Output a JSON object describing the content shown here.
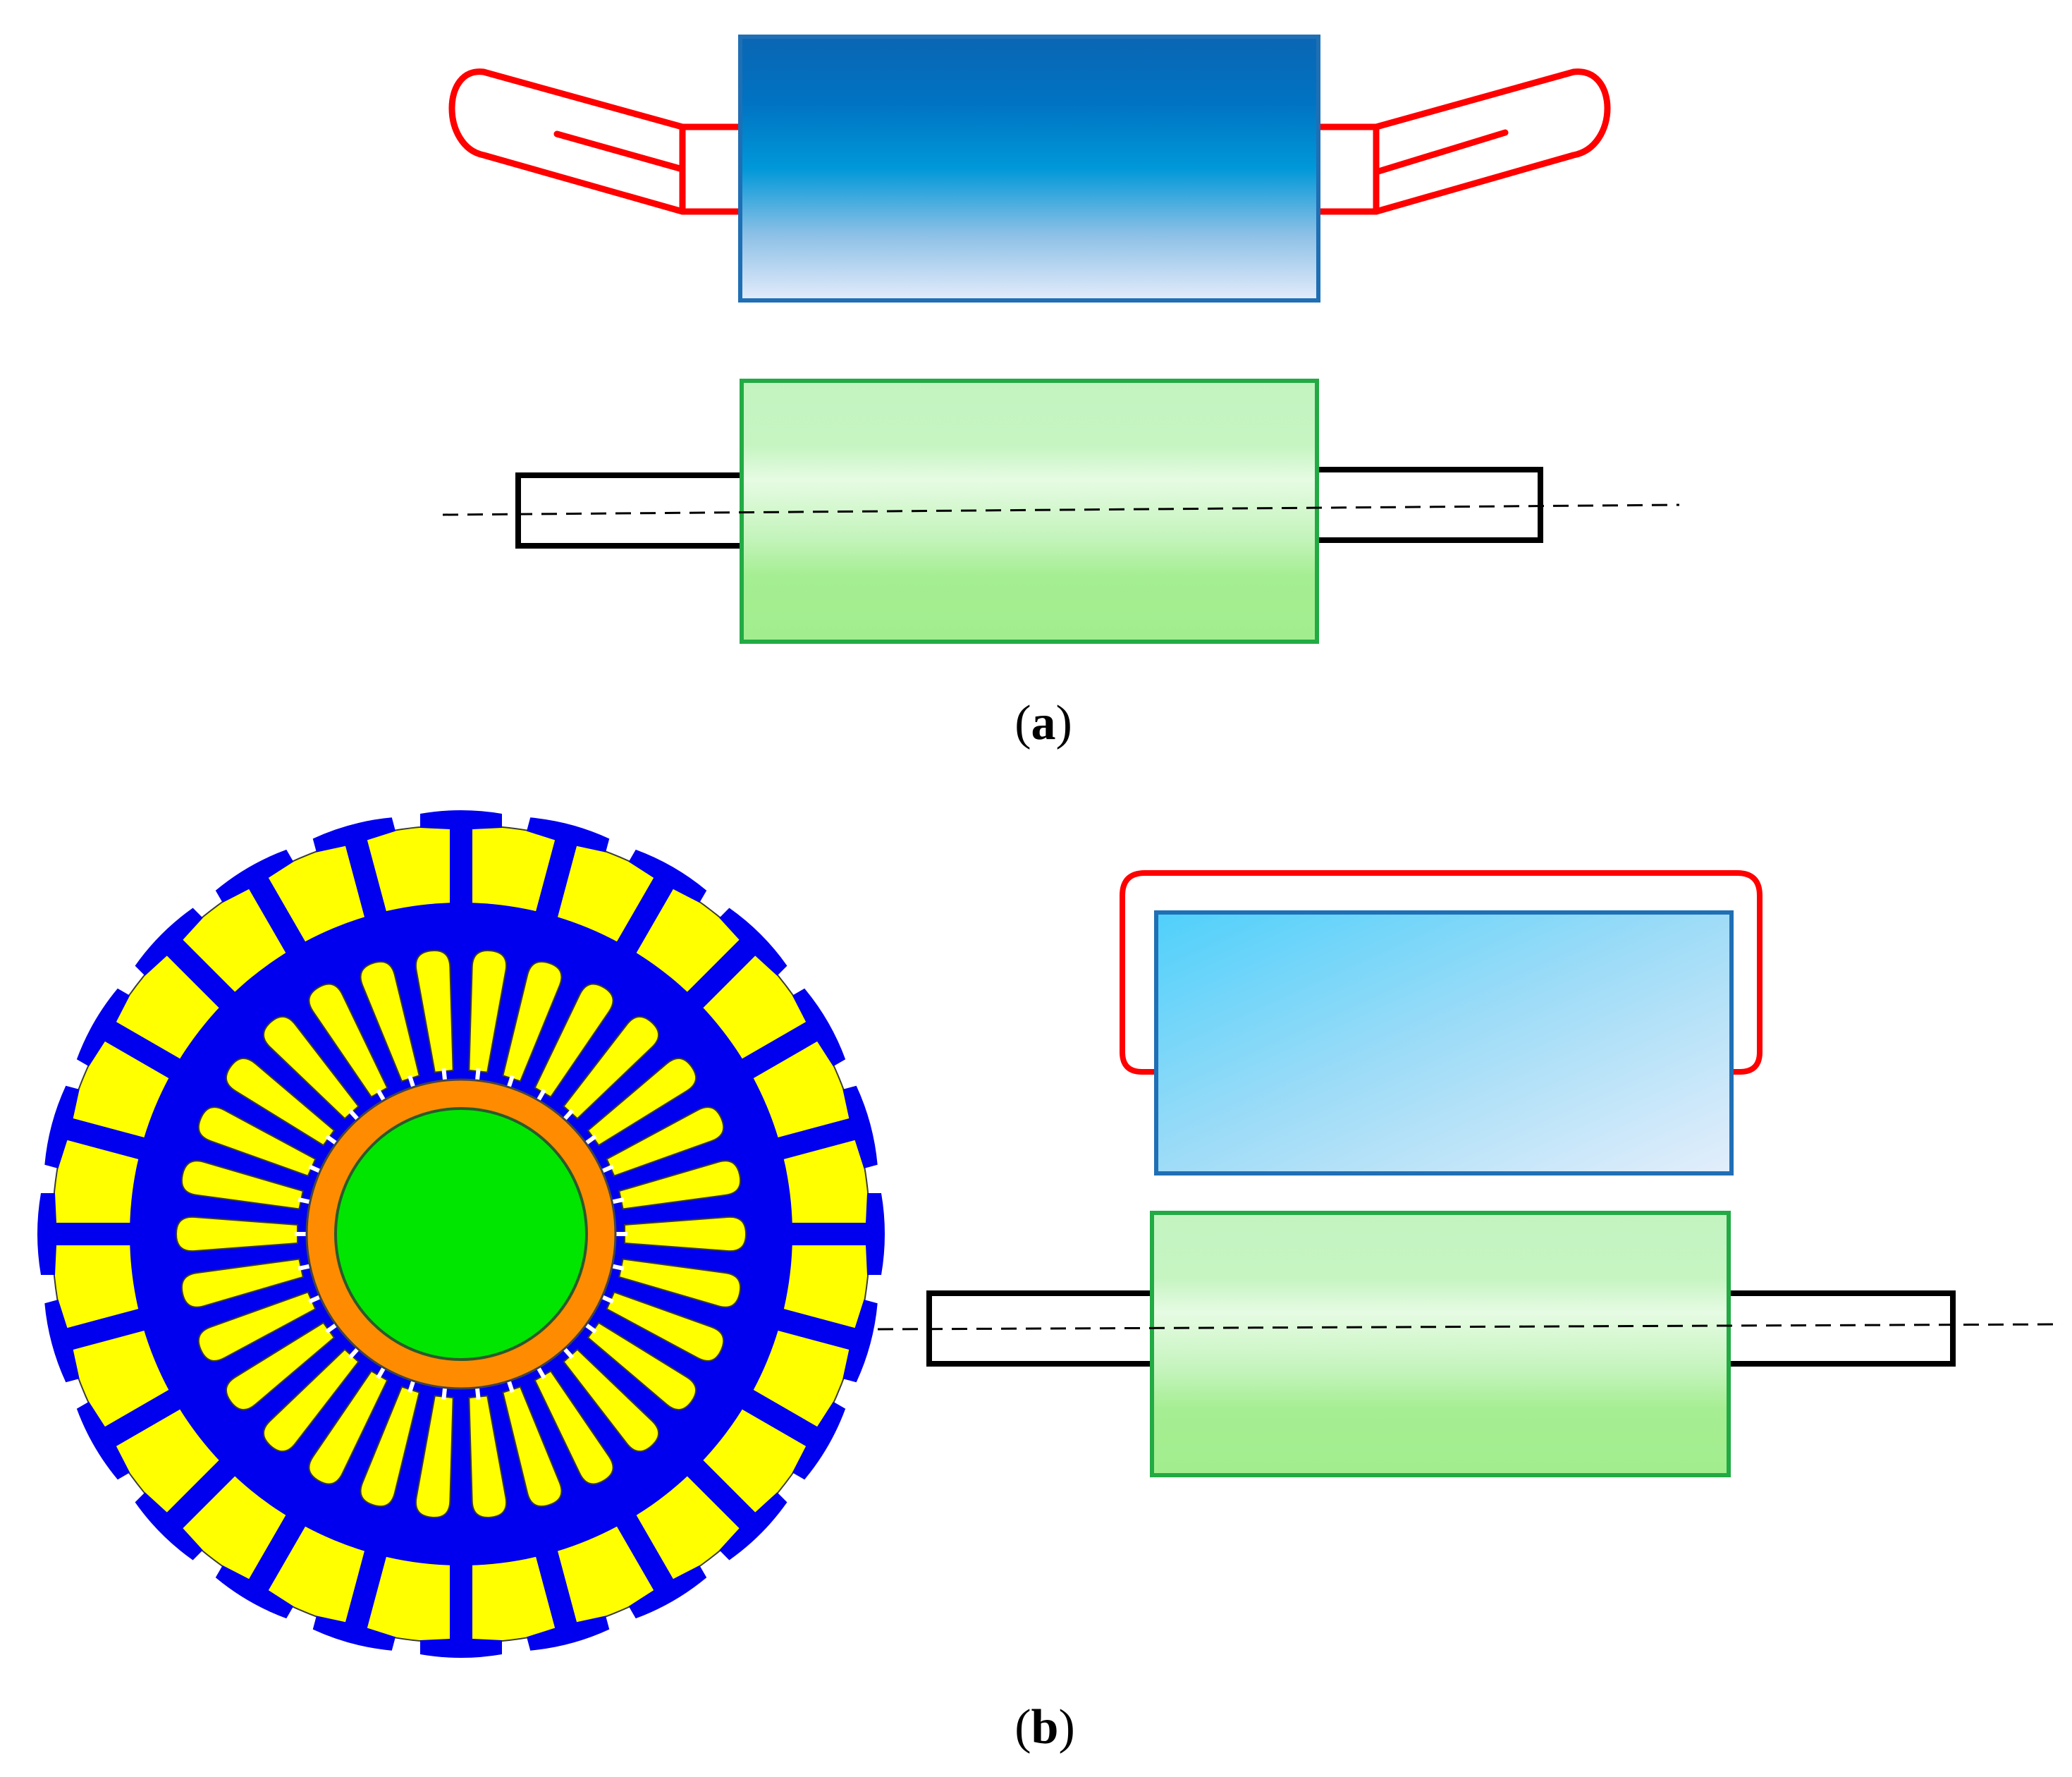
{
  "panels": [
    {
      "id": "a",
      "label_open": "(",
      "label_letter": "a",
      "label_close": ")"
    },
    {
      "id": "b",
      "label_open": "(",
      "label_letter": "b",
      "label_close": ")"
    }
  ],
  "colors": {
    "stator_core": "#0000ee",
    "stator_slot_fill": "#ffff00",
    "stator_outline": "#3a3a3a",
    "airgap_ring": "#ff8c00",
    "rotor": "#00e600",
    "end_winding": "#ff0000",
    "stator_block_border": "#1f6fb5",
    "rotor_block_border": "#22aa44",
    "shaft": "#000000"
  },
  "stator": {
    "outer_slot_count": 24,
    "inner_slot_count": 30
  }
}
